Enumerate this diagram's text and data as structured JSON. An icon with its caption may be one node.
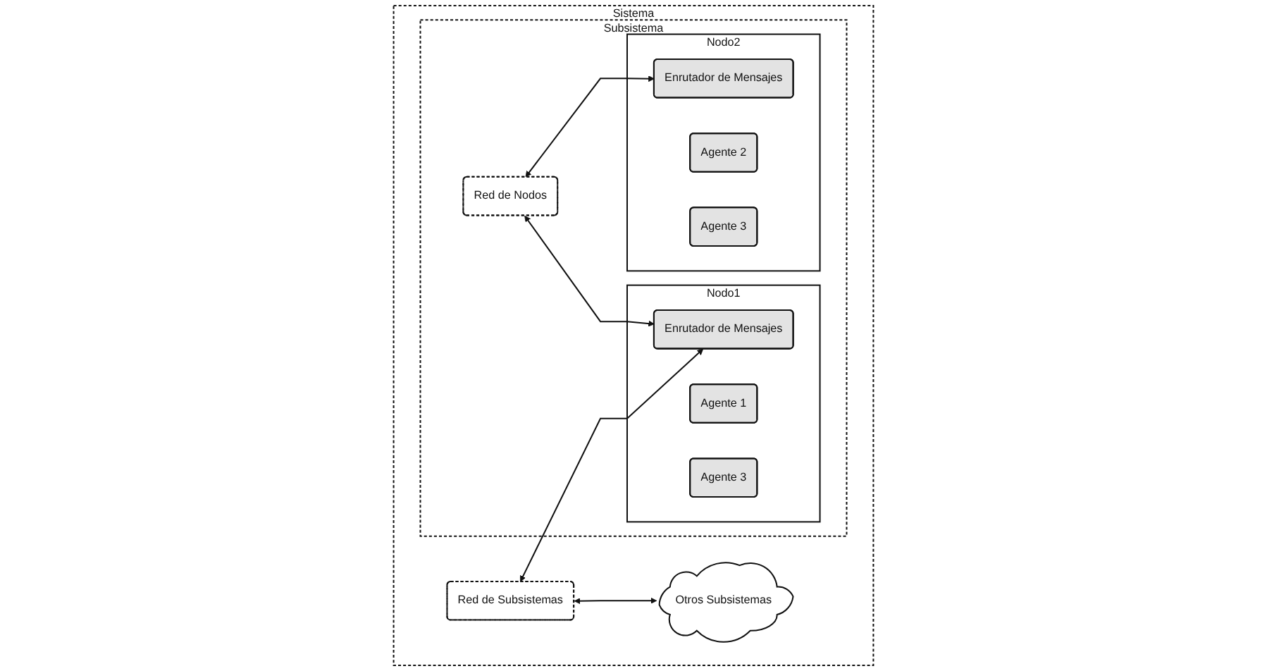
{
  "diagram": {
    "nodes": [
      {
        "text": [
          "Sistema"
        ]
      },
      {
        "text": [
          "Red de Subsistemas"
        ],
        "in": 0
      },
      {
        "text": [
          "Otros Subsistemas"
        ],
        "in": 0
      },
      {
        "text": [
          "Subsistema"
        ],
        "in": 0
      },
      {
        "text": [
          "Red de Nodos"
        ],
        "in": 3
      },
      {
        "text": [
          "Nodo1"
        ],
        "in": 3
      },
      {
        "text": [
          "Enrutador de Mensajes"
        ],
        "in": 5
      },
      {
        "text": [
          "Agente 1"
        ],
        "in": 5
      },
      {
        "text": [
          "Agente 3"
        ],
        "in": 5
      },
      {
        "text": [
          "Nodo2"
        ],
        "in": 3
      },
      {
        "text": [
          "Enrutador de Mensajes"
        ],
        "in": 9
      },
      {
        "text": [
          "Agente 2"
        ],
        "in": 9
      },
      {
        "text": [
          "Agente 3"
        ],
        "in": 9
      }
    ],
    "edges": [
      {
        "from": 1,
        "to": 2,
        "arrow": "both"
      },
      {
        "from": 1,
        "to": 6,
        "arrow": "both"
      },
      {
        "from": 4,
        "to": 6,
        "arrow": "both"
      },
      {
        "from": 4,
        "to": 10,
        "arrow": "both"
      }
    ]
  }
}
